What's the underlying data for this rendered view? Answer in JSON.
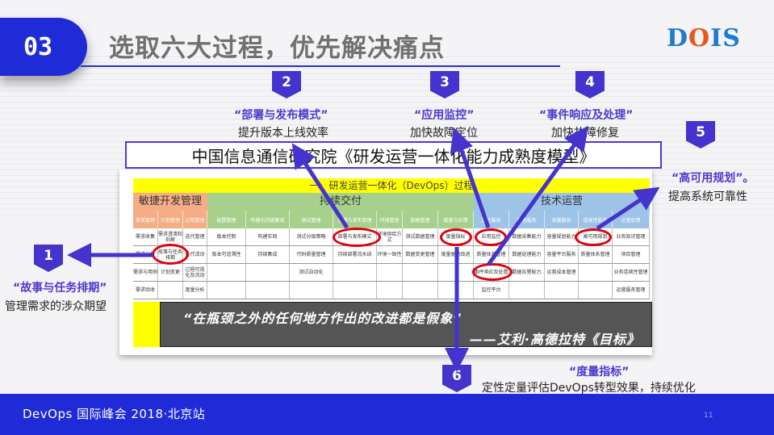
{
  "header": {
    "chapter_number": "03",
    "title": "选取六大过程，优先解决痛点",
    "logo": {
      "part1": "D",
      "part2": "O",
      "part3": "IS"
    }
  },
  "colors": {
    "brand_blue": "#1f2bd6",
    "accent_purple": "#4a3ad0",
    "logo_blue": "#1e7ad6",
    "logo_orange": "#e8581a",
    "highlight_red": "#e0000a",
    "yellow": "#ffff00"
  },
  "callouts": [
    {
      "number": "1",
      "name": "“故事与任务排期”",
      "desc": "管理需求的涉众期望"
    },
    {
      "number": "2",
      "name": "“部署与发布模式”",
      "desc": "提升版本上线效率"
    },
    {
      "number": "3",
      "name": "“应用监控”",
      "desc": "加快故障定位"
    },
    {
      "number": "4",
      "name": "“事件响应及处理”",
      "desc": "加快故障修复"
    },
    {
      "number": "5",
      "name": "“高可用规划”。",
      "desc": "提高系统可靠性"
    },
    {
      "number": "6",
      "name": "“度量指标”",
      "desc": "定性定量评估DevOps转型效果，持续优化"
    }
  ],
  "model_title": "中国信息通信研究院《研发运营一体化能力成熟度模型》",
  "table": {
    "banner": "一、研发运营一体化（DevOps）过程",
    "groups": [
      "敏捷开发管理",
      "持续交付",
      "技术运营"
    ],
    "headers": [
      "需求管理",
      "计划管理",
      "过程管理",
      "配置管理",
      "构建与持续集成",
      "测试管理",
      "部署与发布管理",
      "环境管理",
      "数据管理",
      "度量与反馈",
      "监控服务",
      "数据服务",
      "容量服务",
      "连续性服务",
      "运营反馈"
    ],
    "rows": [
      [
        "需求收集",
        "需求澄清和拆解",
        "迭代管理",
        "版本控制",
        "构建实践",
        "测试分级策略",
        "部署与发布模式",
        "环境供给方式",
        "测试数据管理",
        "度量指标",
        "应用监控",
        "数据采集能力",
        "容量规划能力",
        "高可用规划",
        "业务知识管理"
      ],
      [
        "需求分析",
        "故事与任务排期",
        "迭代活动",
        "版本可追溯性",
        "持续集成",
        "代码质量管理",
        "持续部署流水线",
        "环境一致性",
        "数据变更管理",
        "度量驱动改进",
        "质量体系管理",
        "数据处理能力",
        "容量平台服务",
        "质量体系管理",
        "项目管理"
      ],
      [
        "需求与用例",
        "计划变更",
        "过程可视化及流动",
        "",
        "",
        "测试自动化",
        "",
        "",
        "",
        "",
        "事件响应及处置",
        "数据告警能力",
        "运营成本管理",
        "",
        "业务连续性管理"
      ],
      [
        "需求验收",
        "",
        "度量分析",
        "",
        "",
        "",
        "",
        "",
        "",
        "",
        "监控平台",
        "",
        "",
        "",
        "运营服务管理"
      ]
    ]
  },
  "quote": {
    "text": "“在瓶颈之外的任何地方作出的改进都是假象”",
    "author": "——艾利·高德拉特《目标》"
  },
  "footer": {
    "event": "DevOps 国际峰会 2018·北京站",
    "page": "11"
  }
}
